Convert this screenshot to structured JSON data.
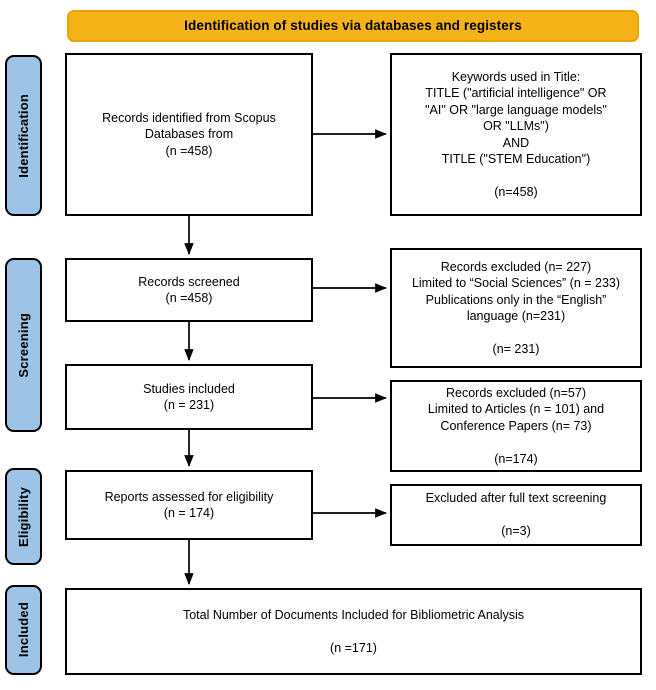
{
  "banner": {
    "title": "Identification of studies via databases and registers",
    "color": "#F5B317"
  },
  "stages": [
    {
      "key": "identification",
      "label": "Identification",
      "color": "#9DC3E6"
    },
    {
      "key": "screening",
      "label": "Screening",
      "color": "#9DC3E6"
    },
    {
      "key": "eligibility",
      "label": "Eligibility",
      "color": "#9DC3E6"
    },
    {
      "key": "included",
      "label": "Included",
      "color": "#9DC3E6"
    }
  ],
  "boxes": {
    "records_identified": "Records identified from Scopus\nDatabases from\n(n =458)",
    "keywords": "Keywords used in Title:\nTITLE (\"artificial intelligence\" OR\n\"AI\" OR \"large language models\"\nOR \"LLMs\")\nAND\nTITLE (\"STEM Education\")\n\n(n=458)",
    "records_screened": "Records screened\n(n =458)",
    "excluded_screening": "Records excluded (n= 227)\nLimited to “Social Sciences” (n = 233)\nPublications only in the “English”\nlanguage (n=231)\n\n(n= 231)",
    "studies_included": "Studies included\n(n = 231)",
    "excluded_eligible": "Records excluded (n=57)\nLimited to Articles (n = 101) and\nConference Papers (n= 73)\n\n(n=174)",
    "reports_assessed": "Reports assessed for eligibility\n(n = 174)",
    "excluded_fulltext": "Excluded after full text screening\n\n(n=3)",
    "total_included": "Total Number of Documents Included for Bibliometric Analysis\n\n(n =171)"
  },
  "chart_data": {
    "type": "diagram",
    "title": "Identification of studies via databases and registers",
    "nodes": [
      {
        "id": "records_identified",
        "stage": "Identification",
        "label": "Records identified from Scopus Databases from",
        "n": 458
      },
      {
        "id": "keywords",
        "stage": "Identification",
        "label": "Keywords used in Title",
        "n": 458
      },
      {
        "id": "records_screened",
        "stage": "Screening",
        "label": "Records screened",
        "n": 458
      },
      {
        "id": "excluded_screening",
        "stage": "Screening",
        "label": "Records excluded",
        "n": 231
      },
      {
        "id": "studies_included",
        "stage": "Screening",
        "label": "Studies included",
        "n": 231
      },
      {
        "id": "excluded_eligible",
        "stage": "Screening",
        "label": "Records excluded",
        "n": 174
      },
      {
        "id": "reports_assessed",
        "stage": "Eligibility",
        "label": "Reports assessed for eligibility",
        "n": 174
      },
      {
        "id": "excluded_fulltext",
        "stage": "Eligibility",
        "label": "Excluded after full text screening",
        "n": 3
      },
      {
        "id": "total_included",
        "stage": "Included",
        "label": "Total Number of Documents Included for Bibliometric Analysis",
        "n": 171
      }
    ],
    "edges": [
      {
        "from": "records_identified",
        "to": "keywords"
      },
      {
        "from": "records_identified",
        "to": "records_screened"
      },
      {
        "from": "records_screened",
        "to": "excluded_screening"
      },
      {
        "from": "records_screened",
        "to": "studies_included"
      },
      {
        "from": "studies_included",
        "to": "excluded_eligible"
      },
      {
        "from": "studies_included",
        "to": "reports_assessed"
      },
      {
        "from": "reports_assessed",
        "to": "excluded_fulltext"
      },
      {
        "from": "reports_assessed",
        "to": "total_included"
      }
    ]
  }
}
